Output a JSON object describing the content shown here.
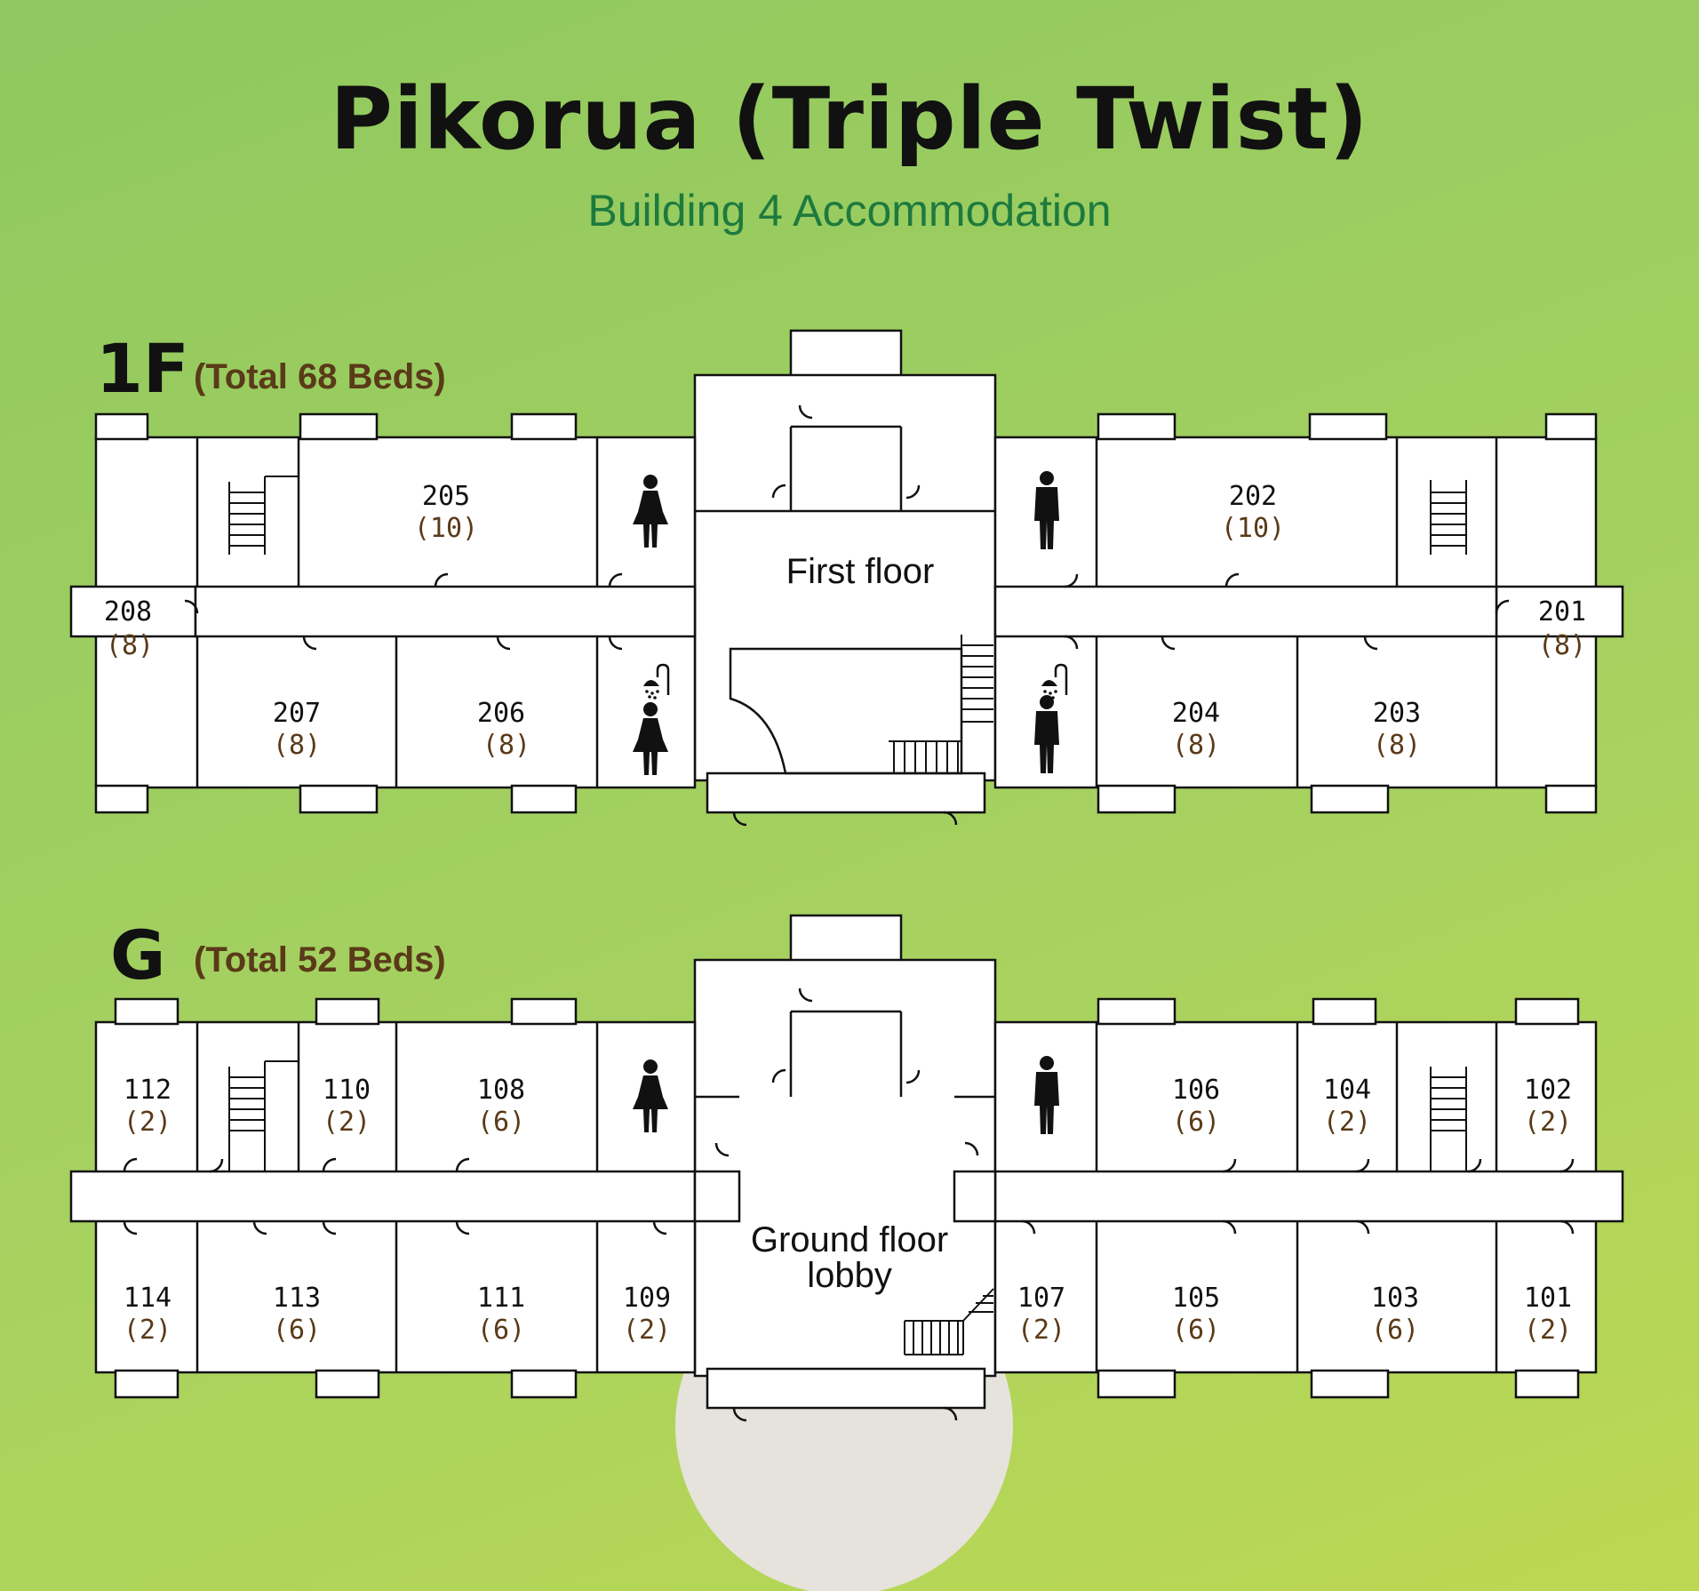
{
  "title": "Pikorua (Triple Twist)",
  "subtitle": "Building 4 Accommodation",
  "colors": {
    "background": "#a6d160",
    "title": "#111111",
    "subtitle": "#1d7a3e",
    "beds_text": "#5a3a18",
    "entrance_area": "#e6e3dc"
  },
  "floors": {
    "first": {
      "label": "1F",
      "total": "(Total 68 Beds)",
      "area_label": "First floor",
      "rooms": [
        {
          "number": "205",
          "beds": "(10)"
        },
        {
          "number": "208",
          "beds": "(8)"
        },
        {
          "number": "207",
          "beds": "(8)"
        },
        {
          "number": "206",
          "beds": "(8)"
        },
        {
          "number": "202",
          "beds": "(10)"
        },
        {
          "number": "201",
          "beds": "(8)"
        },
        {
          "number": "204",
          "beds": "(8)"
        },
        {
          "number": "203",
          "beds": "(8)"
        }
      ],
      "icons": [
        "female-toilet-icon",
        "male-toilet-icon",
        "female-shower-icon",
        "male-shower-icon",
        "stairs-icon"
      ]
    },
    "ground": {
      "label": "G",
      "total": "(Total 52 Beds)",
      "area_label_line1": "Ground floor",
      "area_label_line2": "lobby",
      "rooms": [
        {
          "number": "112",
          "beds": "(2)"
        },
        {
          "number": "110",
          "beds": "(2)"
        },
        {
          "number": "108",
          "beds": "(6)"
        },
        {
          "number": "106",
          "beds": "(6)"
        },
        {
          "number": "104",
          "beds": "(2)"
        },
        {
          "number": "102",
          "beds": "(2)"
        },
        {
          "number": "114",
          "beds": "(2)"
        },
        {
          "number": "113",
          "beds": "(6)"
        },
        {
          "number": "111",
          "beds": "(6)"
        },
        {
          "number": "109",
          "beds": "(2)"
        },
        {
          "number": "107",
          "beds": "(2)"
        },
        {
          "number": "105",
          "beds": "(6)"
        },
        {
          "number": "103",
          "beds": "(6)"
        },
        {
          "number": "101",
          "beds": "(2)"
        }
      ],
      "icons": [
        "female-toilet-icon",
        "male-toilet-icon",
        "stairs-icon"
      ]
    }
  }
}
